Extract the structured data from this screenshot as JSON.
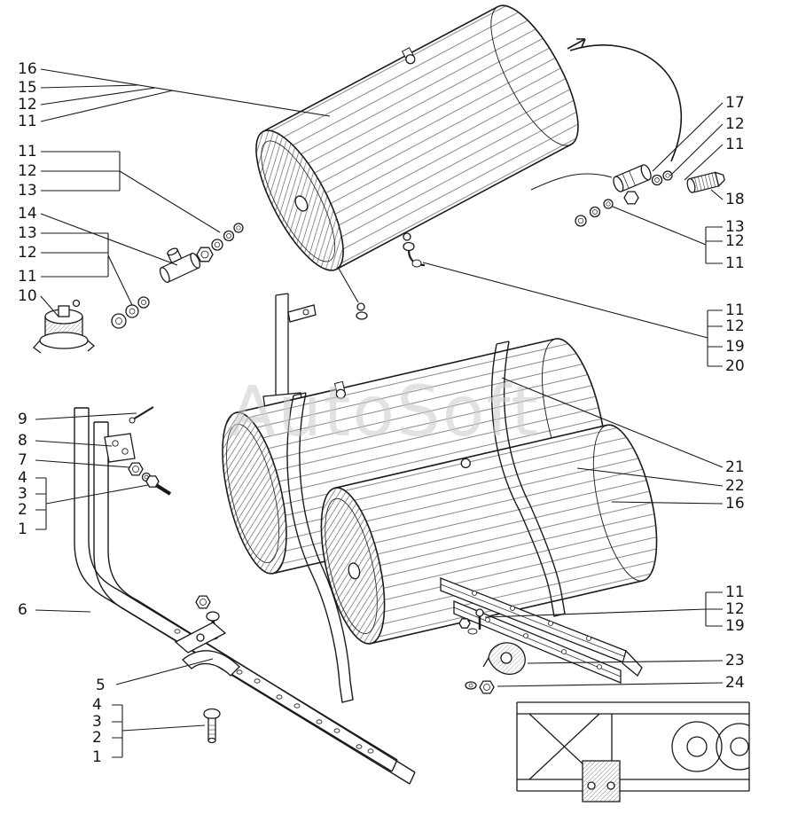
{
  "watermark": "AutoSoft",
  "colors": {
    "line": "#1a1a1a",
    "watermark": "#cccccc",
    "background": "#ffffff"
  },
  "callouts": {
    "left": [
      "16",
      "15",
      "12",
      "11",
      "11",
      "12",
      "13",
      "14",
      "13",
      "12",
      "11",
      "10",
      "9",
      "8",
      "7",
      "4",
      "3",
      "2",
      "1",
      "6",
      "5",
      "4",
      "3",
      "2",
      "1"
    ],
    "right": [
      "17",
      "12",
      "11",
      "18",
      "13",
      "12",
      "11",
      "11",
      "12",
      "19",
      "20",
      "21",
      "22",
      "16",
      "11",
      "12",
      "19",
      "23",
      "24"
    ]
  }
}
